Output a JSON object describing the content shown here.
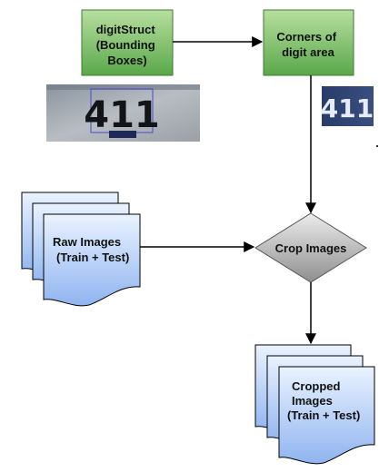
{
  "nodes": {
    "digit_struct": {
      "lines": [
        "digitStruct",
        "(Bounding",
        "Boxes)"
      ]
    },
    "corners": {
      "lines": [
        "Corners of",
        "digit area"
      ]
    },
    "crop": {
      "label": "Crop Images"
    },
    "raw_images": {
      "lines": [
        "Raw Images",
        "(Train + Test)"
      ]
    },
    "cropped_images": {
      "lines": [
        "Cropped",
        "Images",
        "(Train + Test)"
      ]
    }
  },
  "photos": {
    "house_number": {
      "digits": "411"
    },
    "cropped_number": {
      "digits": "411"
    }
  },
  "colors": {
    "green_top": "#b7dfa0",
    "green_bottom": "#5aa84a",
    "blue_top": "#eaf3ff",
    "blue_bottom": "#8fb4f0",
    "diamond_top": "#e8e8e8",
    "diamond_bottom": "#8f8f8f"
  }
}
